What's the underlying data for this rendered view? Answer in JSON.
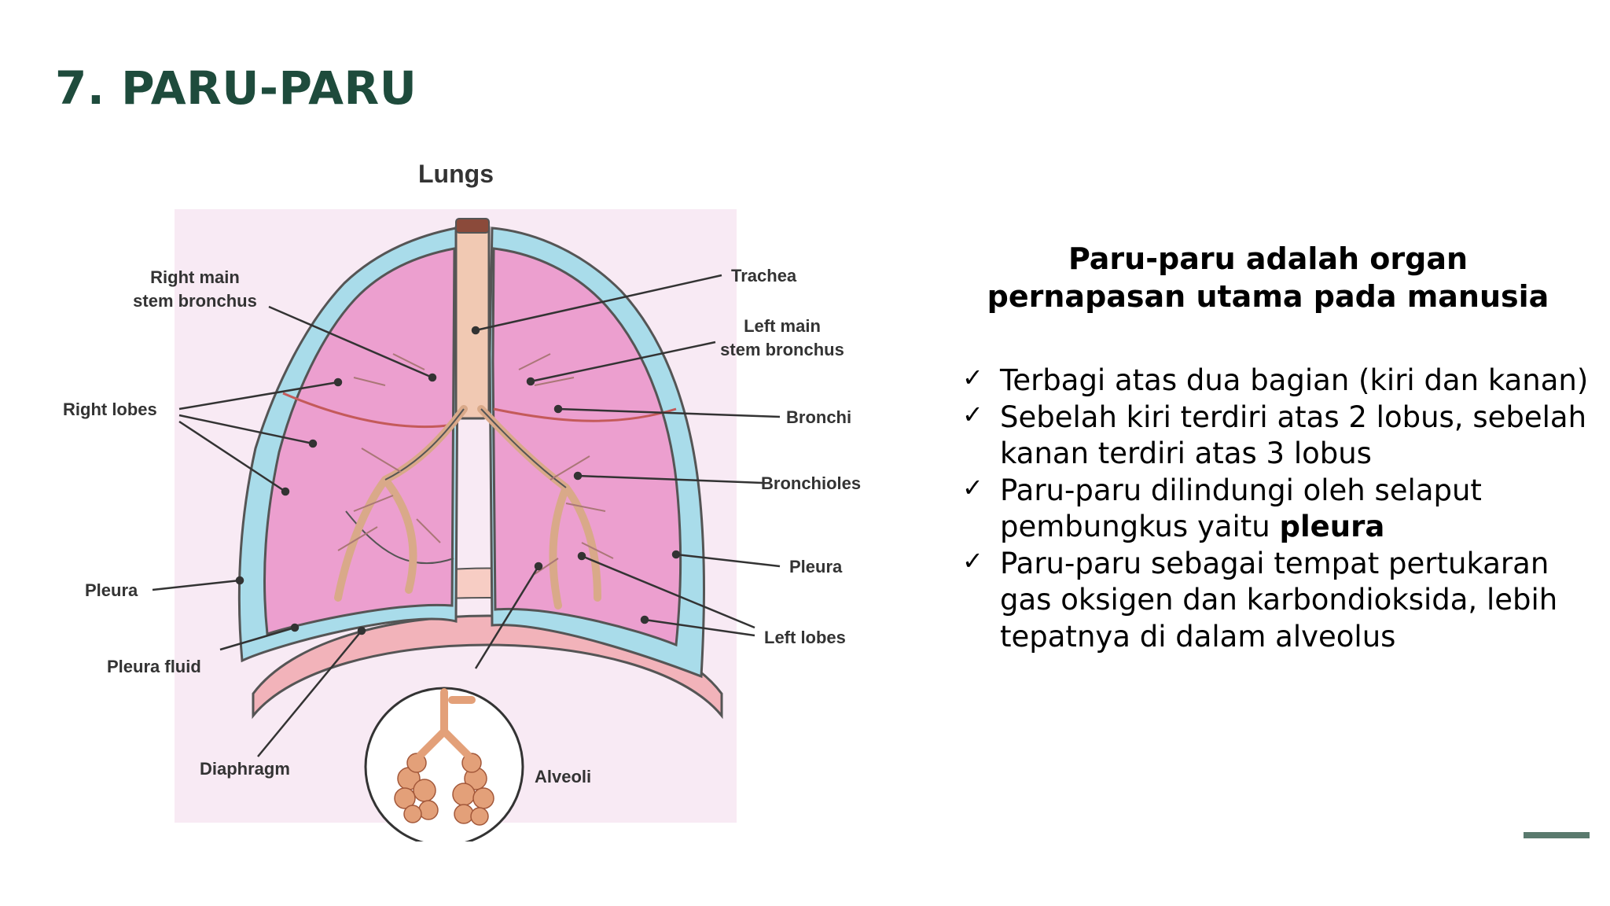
{
  "slide": {
    "title": "7. PARU-PARU"
  },
  "diagram": {
    "title": "Lungs",
    "labels": {
      "right_main_1": "Right main",
      "right_main_2": "stem bronchus",
      "right_lobes": "Right lobes",
      "pleura_left": "Pleura",
      "pleura_fluid": "Pleura fluid",
      "diaphragm": "Diaphragm",
      "alveoli": "Alveoli",
      "trachea": "Trachea",
      "left_main_1": "Left main",
      "left_main_2": "stem bronchus",
      "bronchi": "Bronchi",
      "bronchioles": "Bronchioles",
      "pleura_right": "Pleura",
      "left_lobes": "Left lobes"
    }
  },
  "content": {
    "heading_line1": "Paru-paru adalah organ",
    "heading_line2": "pernapasan utama pada manusia",
    "check_symbol": "✓",
    "bullets": [
      {
        "text": "Terbagi atas dua bagian (kiri dan kanan)"
      },
      {
        "text": "Sebelah kiri terdiri atas 2 lobus, sebelah kanan terdiri atas 3 lobus"
      },
      {
        "text": "Paru-paru dilindungi oleh selaput pembungkus yaitu ",
        "bold": "pleura"
      },
      {
        "text": "Paru-paru sebagai tempat pertukaran gas oksigen dan karbondioksida, lebih tepatnya di dalam alveolus"
      }
    ]
  },
  "colors": {
    "title": "#1e4b3c",
    "lung_fill": "#ec9fcf",
    "pleura_fill": "#a9dcea",
    "diagram_bg": "#f8eaf4",
    "accent": "#5a7a6e"
  }
}
